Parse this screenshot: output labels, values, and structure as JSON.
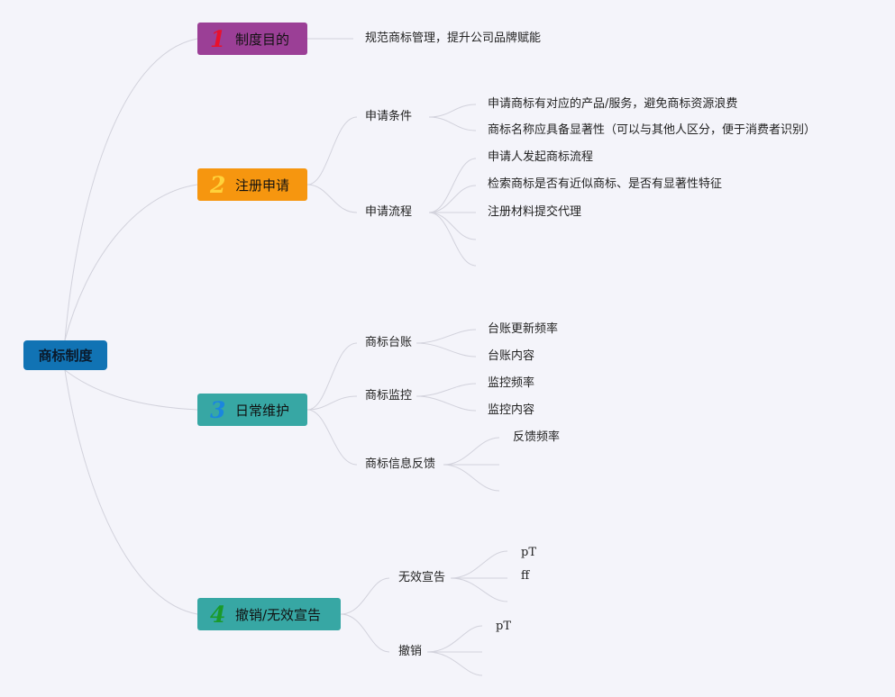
{
  "root": {
    "label": "商标制度",
    "color": "#1173b4"
  },
  "branches": [
    {
      "number": "1",
      "label": "制度目的",
      "color": "#9b3f96",
      "number_color": "#e8112d",
      "leaf": "规范商标管理，提升公司品牌赋能"
    },
    {
      "number": "2",
      "label": "注册申请",
      "color": "#f6960f",
      "number_color": "#ffd23a",
      "children": [
        {
          "label": "申请条件",
          "items": [
            "申请商标有对应的产品/服务，避免商标资源浪费",
            "商标名称应具备显著性（可以与其他人区分，便于消费者识别）"
          ]
        },
        {
          "label": "申请流程",
          "items": [
            "申请人发起商标流程",
            "检索商标是否有近似商标、是否有显著性特征",
            "注册材料提交代理",
            "",
            ""
          ]
        }
      ]
    },
    {
      "number": "3",
      "label": "日常维护",
      "color": "#37a7a4",
      "number_color": "#1b86de",
      "children": [
        {
          "label": "商标台账",
          "items": [
            "台账更新频率",
            "台账内容"
          ]
        },
        {
          "label": "商标监控",
          "items": [
            "监控频率",
            "监控内容"
          ]
        },
        {
          "label": "商标信息反馈",
          "items": [
            "反馈频率",
            "",
            ""
          ]
        }
      ]
    },
    {
      "number": "4",
      "label": "撤销/无效宣告",
      "color": "#37a7a4",
      "number_color": "#1a9a2a",
      "children": [
        {
          "label": "无效宣告",
          "items": [
            "pT",
            "ff",
            ""
          ]
        },
        {
          "label": "撤销",
          "items": [
            "pT",
            "",
            ""
          ]
        }
      ]
    }
  ]
}
